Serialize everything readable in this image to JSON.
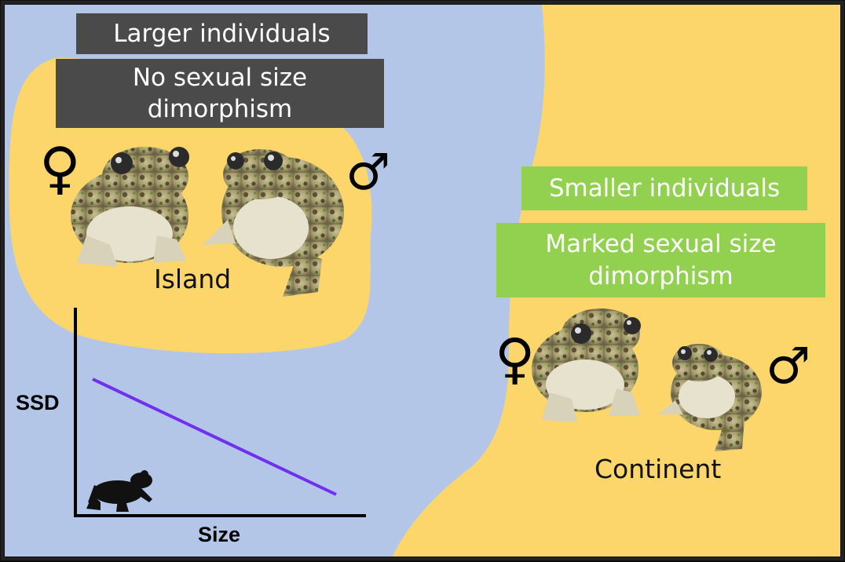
{
  "island": {
    "label": "Island",
    "box_size": "Larger individuals",
    "box_ssd": "No sexual size dimorphism",
    "female_symbol": "♀",
    "male_symbol": "♂",
    "bg_color": "#fcd66b"
  },
  "continent": {
    "label": "Continent",
    "box_size": "Smaller individuals",
    "box_ssd": "Marked sexual size dimorphism",
    "female_symbol": "♀",
    "male_symbol": "♂",
    "bg_color": "#fcd66b"
  },
  "sea_color": "#b4c6e7",
  "dark_box_color": "#4a4a4a",
  "green_box_color": "#92d050",
  "plot": {
    "xlabel": "Size",
    "ylabel": "SSD",
    "trend": "decreasing",
    "line_color": "#7030f0"
  },
  "icons": [
    "toad-photo-female",
    "toad-photo-male",
    "toad-silhouette-icon"
  ]
}
